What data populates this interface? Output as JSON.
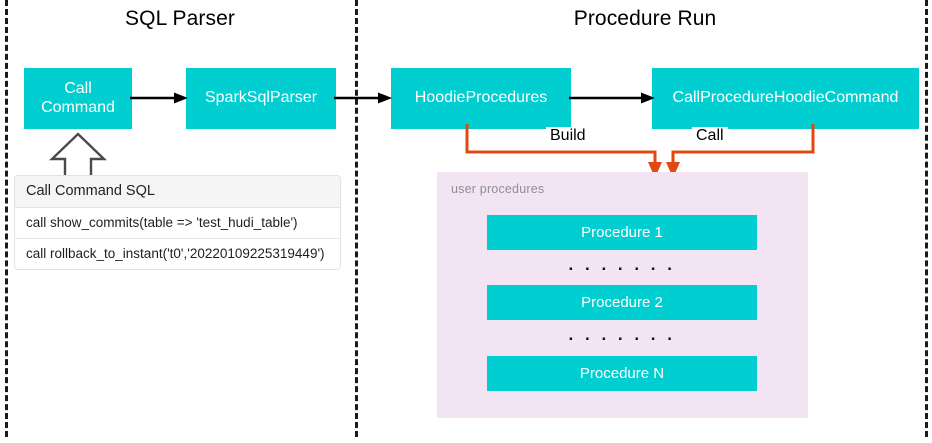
{
  "sections": [
    {
      "id": "sql-parser",
      "title": "SQL Parser"
    },
    {
      "id": "procedure-run",
      "title": "Procedure Run"
    }
  ],
  "nodes": {
    "call_command": "Call\nCommand",
    "spark_sql_parser": "SparkSqlParser",
    "hoodie_procedures": "HoodieProcedures",
    "call_procedure_hoodie_command": "CallProcedureHoodieCommand"
  },
  "connectors": {
    "build_label": "Build",
    "call_label": "Call"
  },
  "sql_table": {
    "header": "Call Command SQL",
    "rows": [
      "call show_commits(table => 'test_hudi_table')",
      "call rollback_to_instant('t0','20220109225319449')"
    ]
  },
  "user_procedures": {
    "label": "user procedures",
    "items": [
      {
        "name": "Procedure 1"
      },
      {
        "name": "Procedure 2"
      },
      {
        "name": "Procedure N"
      }
    ],
    "separators": [
      ". . . . . . .",
      ". . . . . . ."
    ]
  },
  "colors": {
    "teal": "#00CED1",
    "panel_pink": "#F3E4F4",
    "orange": "#E04A10",
    "arrow_black": "#000000",
    "divider": "#1a1a1a",
    "muted_text": "#8f8f8f"
  }
}
